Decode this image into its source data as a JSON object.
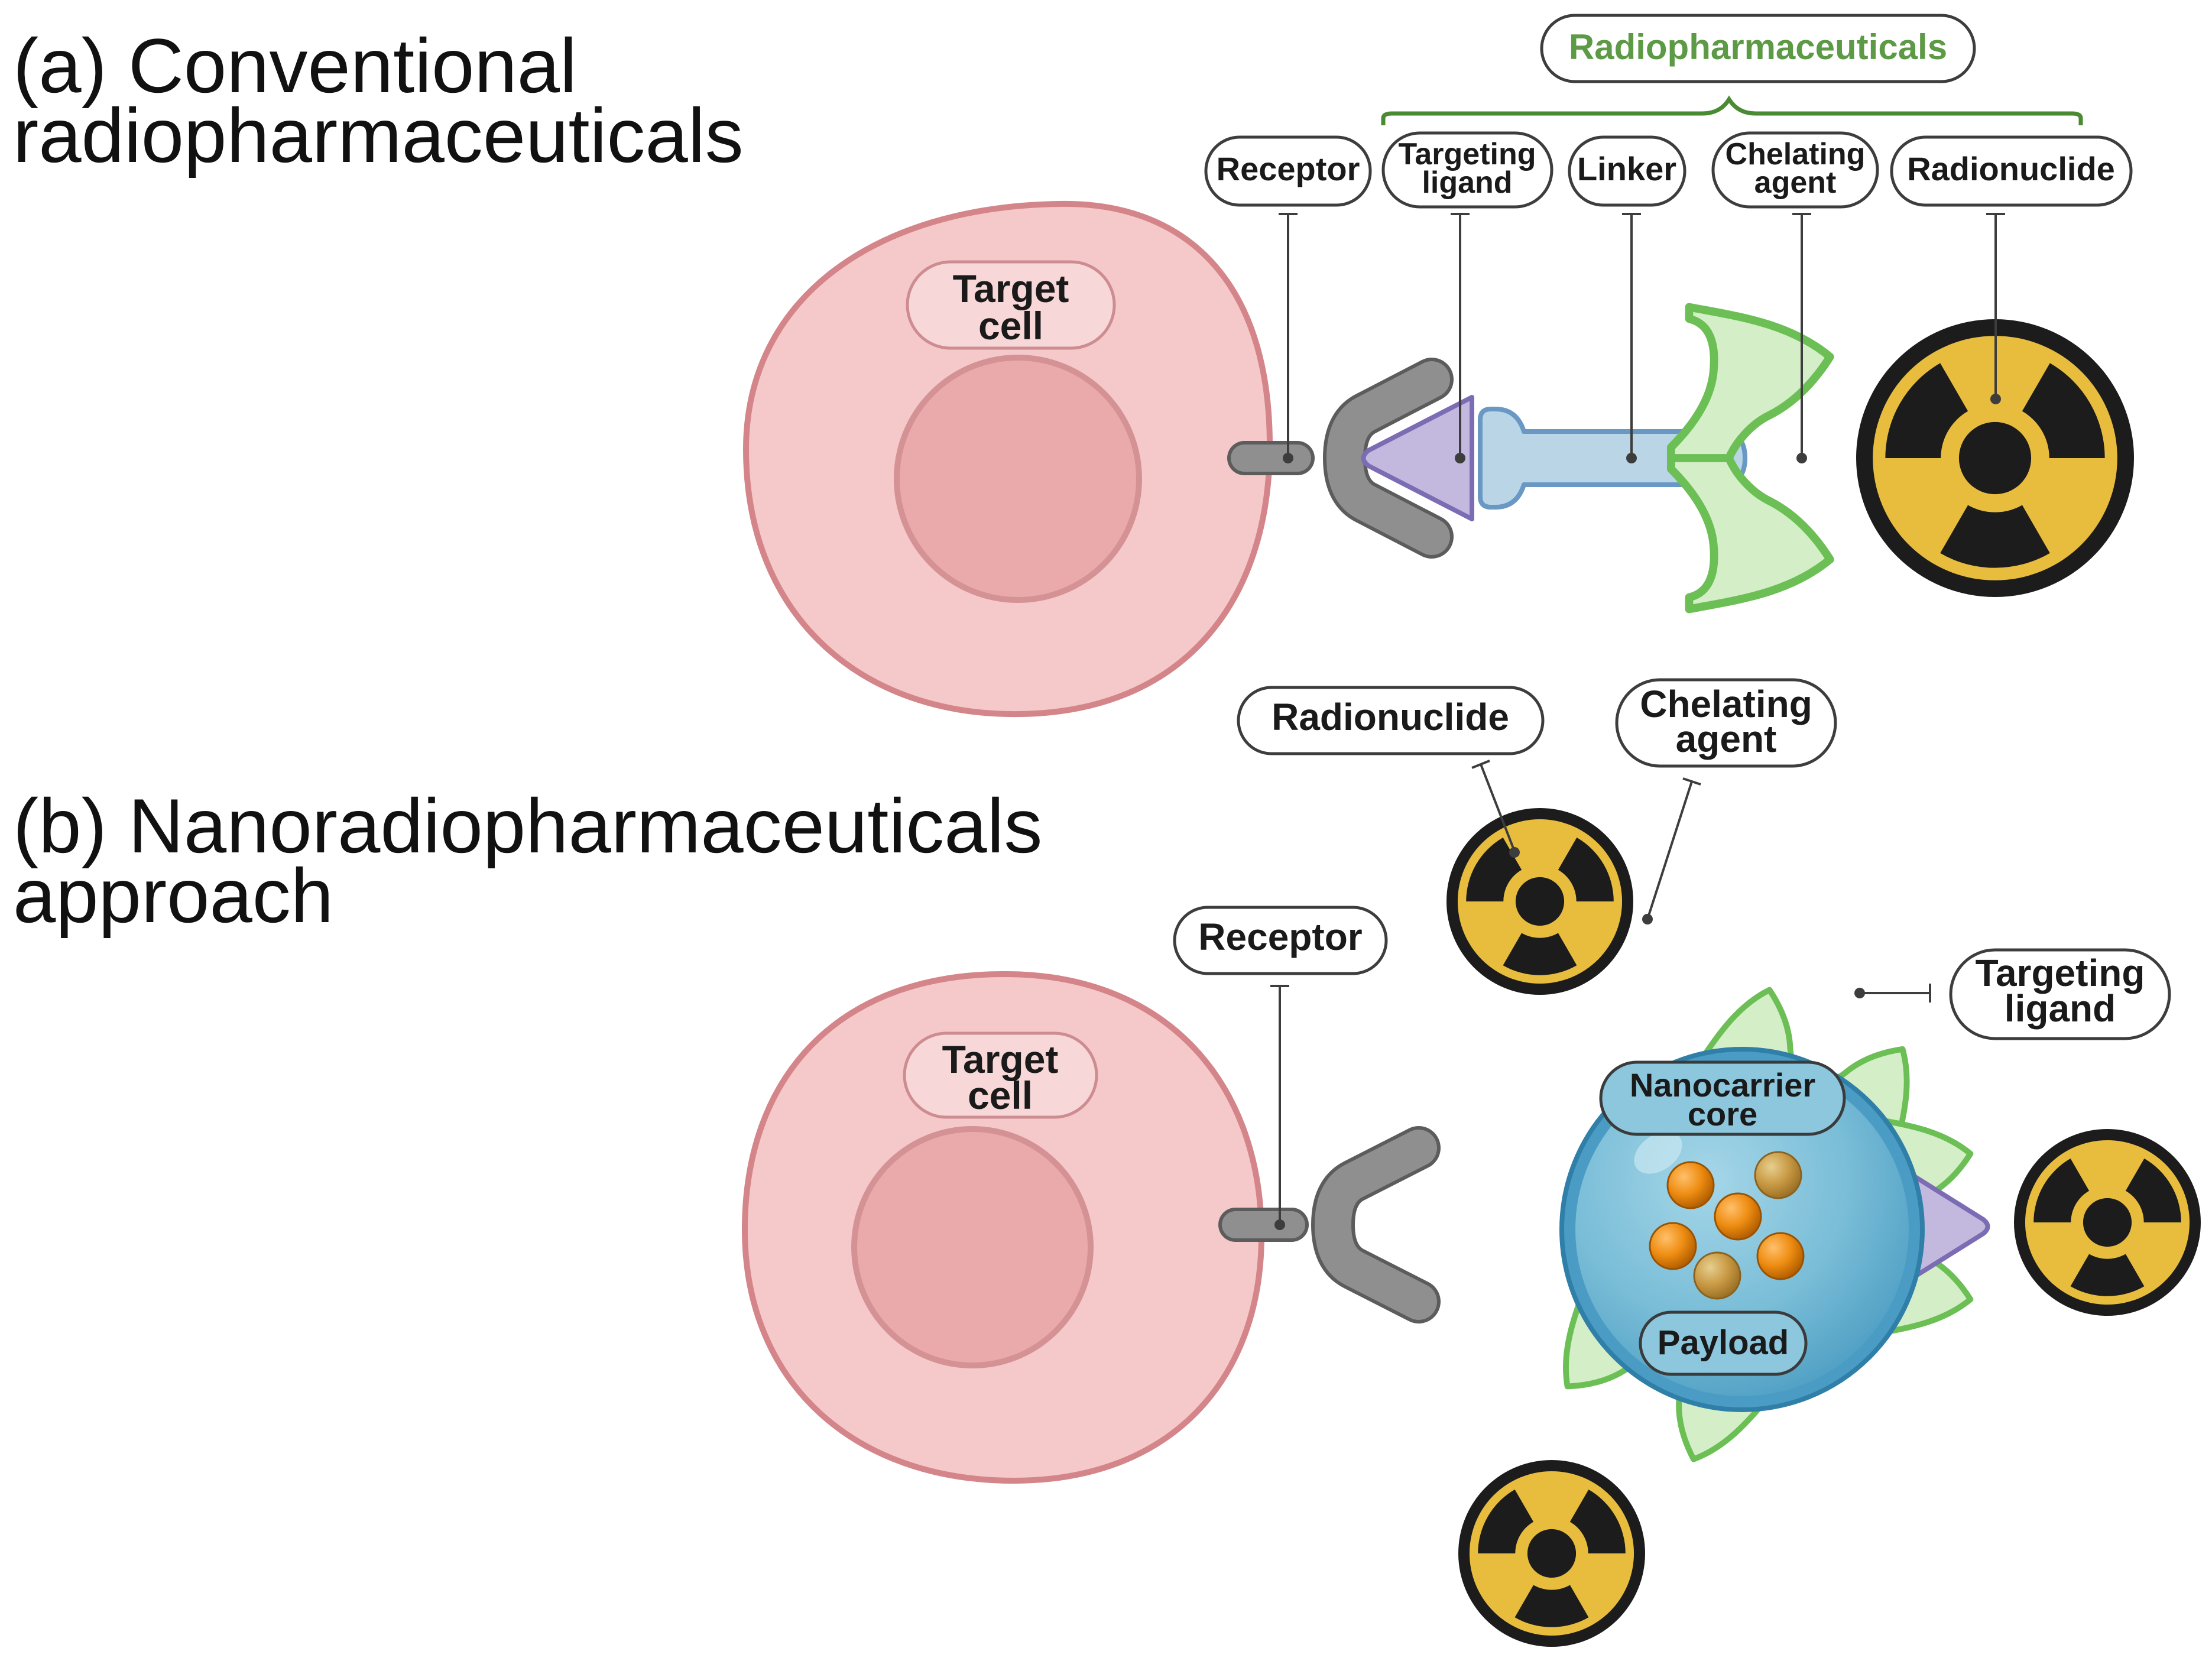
{
  "panel_a": {
    "title_line1": "(a) Conventional",
    "title_line2": "radiopharmaceuticals",
    "group_label": "Radiopharmaceuticals",
    "labels": {
      "target_cell_1": "Target",
      "target_cell_2": "cell",
      "receptor": "Receptor",
      "targeting_ligand_1": "Targeting",
      "targeting_ligand_2": "ligand",
      "linker": "Linker",
      "chelating_agent_1": "Chelating",
      "chelating_agent_2": "agent",
      "radionuclide": "Radionuclide"
    }
  },
  "panel_b": {
    "title_line1": "(b) Nanoradiopharmaceuticals",
    "title_line2": "approach",
    "labels": {
      "target_cell_1": "Target",
      "target_cell_2": "cell",
      "receptor": "Receptor",
      "radionuclide": "Radionuclide",
      "chelating_agent_1": "Chelating",
      "chelating_agent_2": "agent",
      "targeting_ligand_1": "Targeting",
      "targeting_ligand_2": "ligand",
      "nanocarrier_core_1": "Nanocarrier",
      "nanocarrier_core_2": "core",
      "payload": "Payload"
    }
  },
  "colors": {
    "cell_fill": "#f5c8ca",
    "cell_stroke": "#d4858a",
    "nucleus_fill": "#eaaaac",
    "receptor": "#8f8f8f",
    "ligand_fill": "#c3b9df",
    "ligand_stroke": "#7c6cb3",
    "linker_fill": "#b9d5e6",
    "linker_stroke": "#6a98c4",
    "chelator_fill": "#d4eec8",
    "chelator_stroke": "#6cbf55",
    "radio_yellow": "#e8bd3e",
    "radio_black": "#1c1c1c",
    "core_fill": "#6fb6d2",
    "core_stroke": "#3b8db5",
    "payload_orange": "#e98c0d",
    "group_green": "#5d9a45"
  },
  "icons": [
    "radiation-icon",
    "receptor-icon",
    "targeting-ligand-icon",
    "payload-particle-icon"
  ]
}
